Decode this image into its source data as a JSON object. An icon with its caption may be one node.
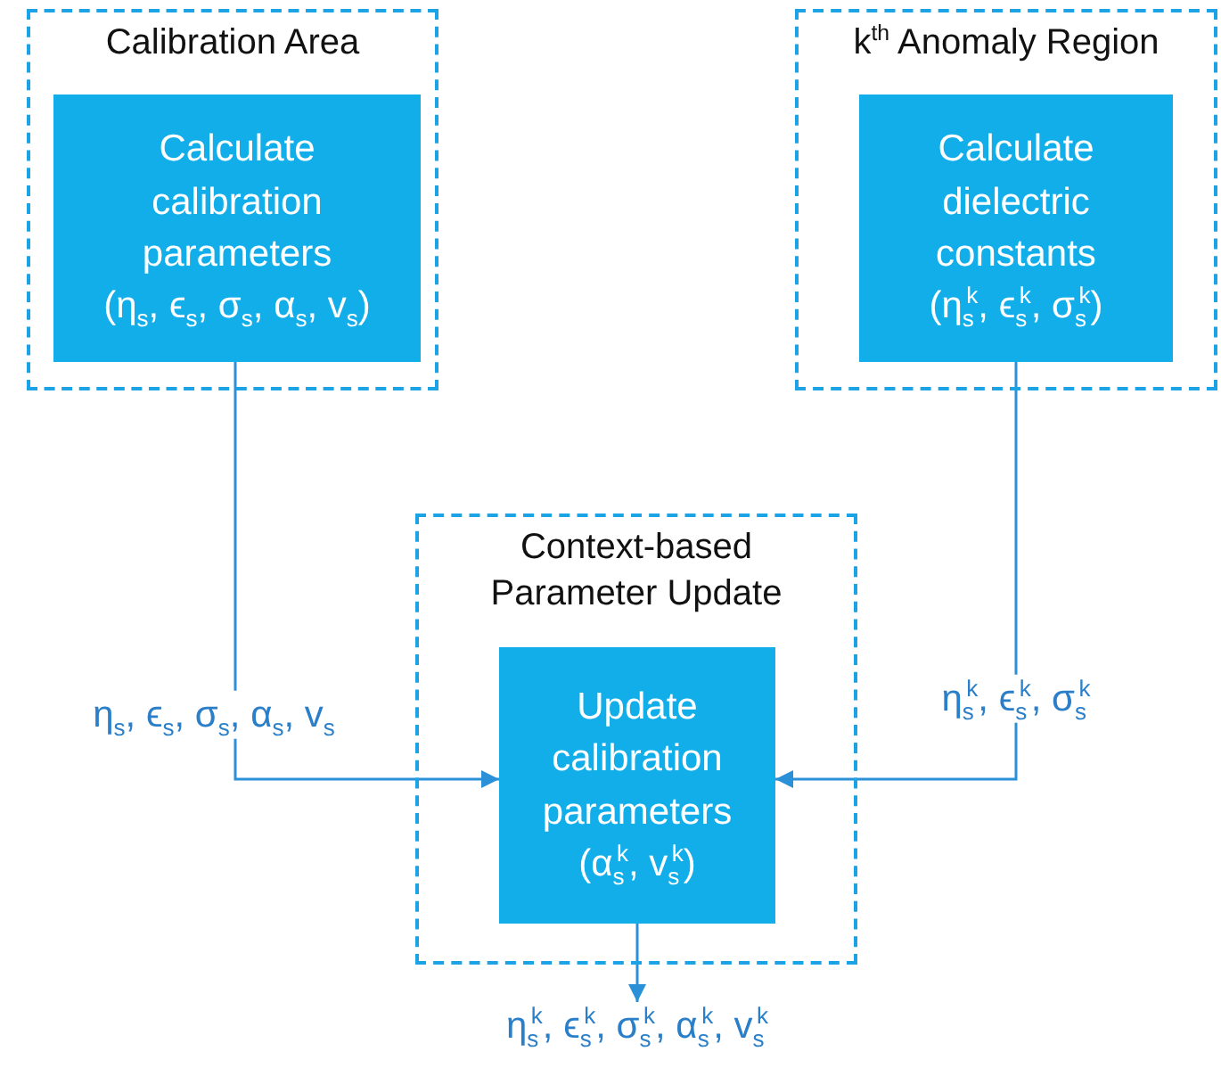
{
  "diagram": {
    "nodes": [
      {
        "text": [
          "Calibration Area"
        ]
      },
      {
        "text": [
          "Calculate calibration parameters",
          "(η$_{s}$, ϵ$_{s}$, σ$_{s}$, α$_{s}$, v$_{s}$)"
        ],
        "in": 0
      },
      {
        "text": [
          "k$^{th}$ Anomaly Region"
        ]
      },
      {
        "text": [
          "Calculate dielectric constants",
          "(η$_{s}$$^{k}$, ϵ$_{s}$$^{k}$, σ$_{s}$$^{k}$)"
        ],
        "in": 2
      },
      {
        "text": [
          "Context-based Parameter Update"
        ]
      },
      {
        "text": [
          "Update calibration parameters",
          "(α$_{s}$$^{k}$, v$_{s}$$^{k}$)"
        ],
        "in": 4
      },
      {
        "text": [
          "η$_{s}$$^{k}$, ϵ$_{s}$$^{k}$, σ$_{s}$$^{k}$, α$_{s}$$^{k}$, v$_{s}$$^{k}$"
        ]
      }
    ],
    "edges": [
      {
        "from": 1,
        "to": 5,
        "arrow": "to",
        "label": "η$_{s}$, ϵ$_{s}$, σ$_{s}$, α$_{s}$, v$_{s}$"
      },
      {
        "from": 3,
        "to": 5,
        "arrow": "to",
        "label": "η$_{s}$$^{k}$, ϵ$_{s}$$^{k}$, σ$_{s}$$^{k}$"
      },
      {
        "from": 5,
        "to": 6,
        "arrow": "to"
      }
    ]
  }
}
